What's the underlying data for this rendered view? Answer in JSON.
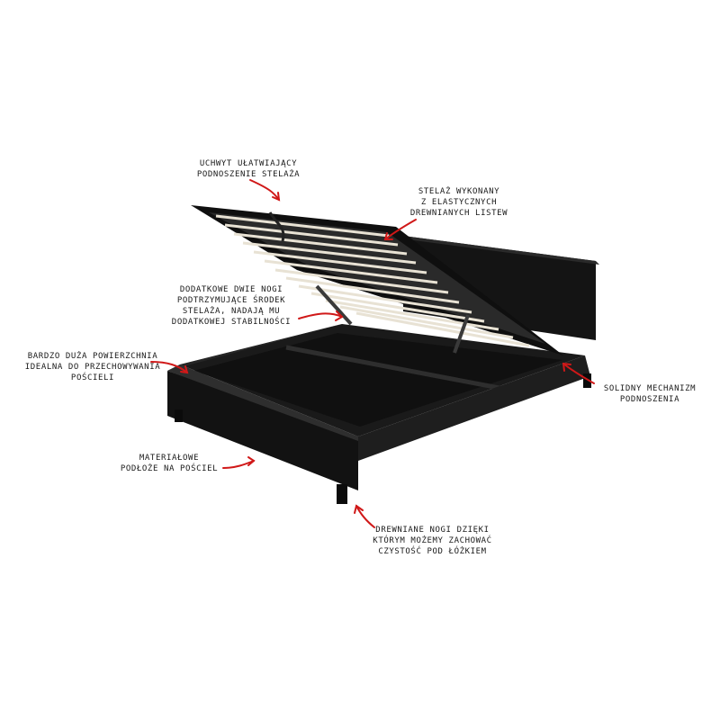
{
  "annotations": {
    "handle": "UCHWYT UŁATWIAJĄCY\nPODNOSZENIE STELAŻA",
    "slats": "STELAŻ WYKONANY\nZ ELASTYCZNYCH\nDREWNIANYCH LISTEW",
    "extra_legs": "DODATKOWE DWIE NOGI\nPODTRZYMUJĄCE ŚRODEK\nSTELAŻA, NADAJĄ MU\nDODATKOWEJ STABILNOŚCI",
    "storage": "BARDZO DUŻA POWIERZCHNIA\nIDEALNA DO PRZECHOWYWANIA\nPOŚCIELI",
    "mechanism": "SOLIDNY MECHANIZM\nPODNOSZENIA",
    "fabric_base": "MATERIAŁOWE\nPODŁOŻE NA POŚCIEL",
    "wooden_legs": "DREWNIANE NOGI DZIĘKI\nKTÓRYM MOŻEMY ZACHOWAĆ\nCZYSTOŚĆ POD ŁÓŻKIEM"
  },
  "colors": {
    "arrow": "#d01818",
    "bed": "#151515",
    "bed_highlight": "#2c2c2c",
    "slat": "#e8e2d4"
  }
}
